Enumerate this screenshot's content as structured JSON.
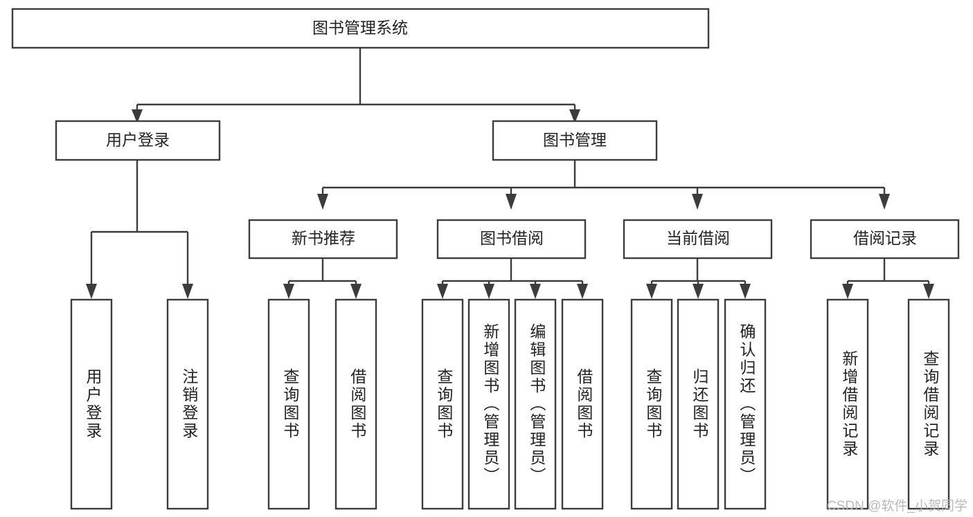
{
  "diagram": {
    "type": "tree",
    "title": "图书管理系统",
    "watermark": "CSDN @软件_小贺同学",
    "colors": {
      "stroke": "#3c3c3c",
      "fill": "#ffffff",
      "text": "#222222",
      "watermark": "#b9b9b9"
    },
    "levels": {
      "root": {
        "label": "图书管理系统"
      },
      "level2": {
        "user_login": "用户登录",
        "book_mgmt": "图书管理"
      },
      "level3": {
        "new_book_rec": "新书推荐",
        "book_borrow": "图书借阅",
        "current_borrow": "当前借阅",
        "borrow_record": "借阅记录"
      },
      "leaves": {
        "user_login_1": "用户登录",
        "user_login_2": "注销登录",
        "new_book_rec_1": "查询图书",
        "new_book_rec_2": "借阅图书",
        "book_borrow_1": "查询图书",
        "book_borrow_2": "新增图书（管理员）",
        "book_borrow_3": "编辑图书（管理员）",
        "book_borrow_4": "借阅图书",
        "current_borrow_1": "查询图书",
        "current_borrow_2": "归还图书",
        "current_borrow_3": "确认归还（管理员）",
        "borrow_record_1": "新增借阅记录",
        "borrow_record_2": "查询借阅记录"
      }
    }
  }
}
